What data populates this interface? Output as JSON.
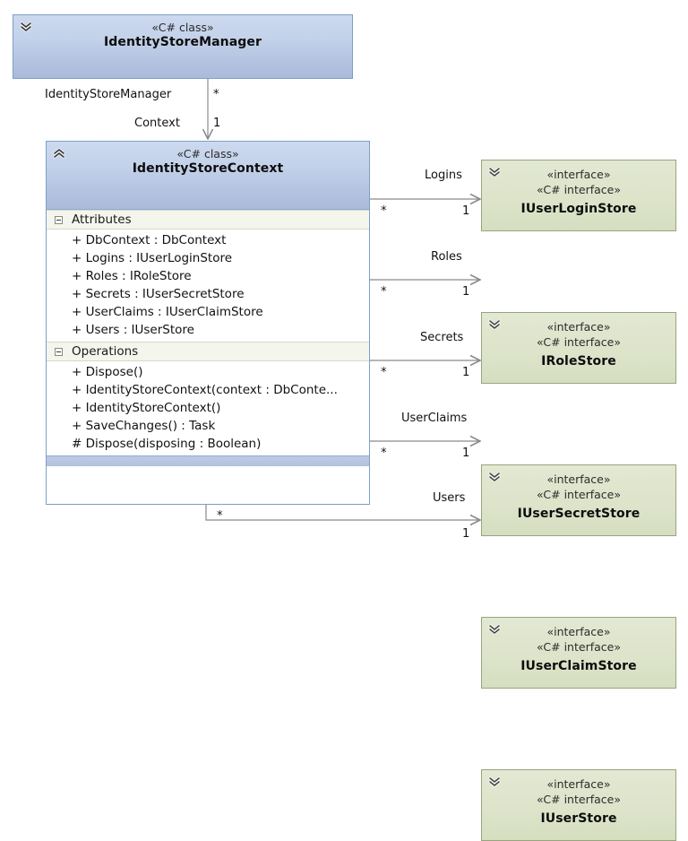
{
  "diagram": {
    "type": "uml-class-diagram",
    "background": "#ffffff",
    "colors": {
      "class_fill_top": "#ccd9ef",
      "class_fill_bottom": "#a9bbda",
      "class_border": "#7d9fc9",
      "interface_fill": "#dde4ca",
      "interface_border": "#9aa37f",
      "compartment_title_fill": "#f4f5ec",
      "edge_line": "#8a8a8a",
      "text": "#111111"
    }
  },
  "classes": [
    {
      "id": "identity-store-manager",
      "stereotype": "«C# class»",
      "name": "IdentityStoreManager",
      "collapse_icon": "chevron-double-down-icon",
      "collapsed": true
    },
    {
      "id": "identity-store-context",
      "stereotype": "«C# class»",
      "name": "IdentityStoreContext",
      "collapse_icon": "chevron-double-up-icon",
      "collapsed": false,
      "compartments": [
        {
          "title": "Attributes",
          "expander_icon": "minus-box-icon",
          "members": [
            "+ DbContext : DbContext",
            "+ Logins : IUserLoginStore",
            "+ Roles : IRoleStore",
            "+ Secrets : IUserSecretStore",
            "+ UserClaims : IUserClaimStore",
            "+ Users : IUserStore"
          ]
        },
        {
          "title": "Operations",
          "expander_icon": "minus-box-icon",
          "members": [
            "+ Dispose()",
            "+ IdentityStoreContext(context : DbConte...",
            "+ IdentityStoreContext()",
            "+ SaveChanges() : Task",
            "# Dispose(disposing : Boolean)"
          ]
        }
      ]
    }
  ],
  "interfaces": [
    {
      "id": "iuserloginstore",
      "stereotype_1": "«interface»",
      "stereotype_2": "«C# interface»",
      "name": "IUserLoginStore",
      "collapse_icon": "chevron-double-down-icon"
    },
    {
      "id": "irolestore",
      "stereotype_1": "«interface»",
      "stereotype_2": "«C# interface»",
      "name": "IRoleStore",
      "collapse_icon": "chevron-double-down-icon"
    },
    {
      "id": "iusersecretstore",
      "stereotype_1": "«interface»",
      "stereotype_2": "«C# interface»",
      "name": "IUserSecretStore",
      "collapse_icon": "chevron-double-down-icon"
    },
    {
      "id": "iuserclaimstore",
      "stereotype_1": "«interface»",
      "stereotype_2": "«C# interface»",
      "name": "IUserClaimStore",
      "collapse_icon": "chevron-double-down-icon"
    },
    {
      "id": "iuserstore",
      "stereotype_1": "«interface»",
      "stereotype_2": "«C# interface»",
      "name": "IUserStore",
      "collapse_icon": "chevron-double-down-icon"
    }
  ],
  "associations": [
    {
      "id": "manager-to-context",
      "source_role": "IdentityStoreManager",
      "source_multiplicity": "*",
      "target_role": "Context",
      "target_multiplicity": "1",
      "direction": "down"
    },
    {
      "id": "context-to-logins",
      "label": "Logins",
      "source_multiplicity": "*",
      "target_multiplicity": "1",
      "direction": "right"
    },
    {
      "id": "context-to-roles",
      "label": "Roles",
      "source_multiplicity": "*",
      "target_multiplicity": "1",
      "direction": "right"
    },
    {
      "id": "context-to-secrets",
      "label": "Secrets",
      "source_multiplicity": "*",
      "target_multiplicity": "1",
      "direction": "right"
    },
    {
      "id": "context-to-userclaims",
      "label": "UserClaims",
      "source_multiplicity": "*",
      "target_multiplicity": "1",
      "direction": "right"
    },
    {
      "id": "context-to-users",
      "label": "Users",
      "source_multiplicity": "*",
      "target_multiplicity": "1",
      "direction": "right"
    }
  ]
}
